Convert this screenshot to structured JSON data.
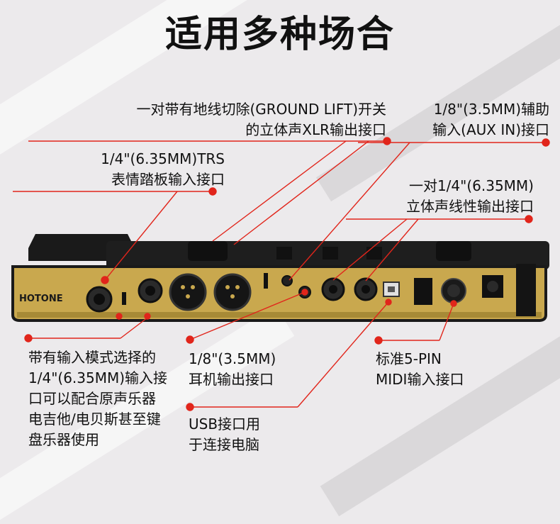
{
  "title": "适用多种场合",
  "brand": "HOTONE",
  "accent_color": "#e1251b",
  "callouts": [
    {
      "id": "ground-lift",
      "lines": [
        "一对带有地线切除(GROUND LIFT)开关",
        "的立体声XLR输出接口"
      ]
    },
    {
      "id": "aux-in",
      "lines": [
        "1/8\"(3.5MM)辅助",
        "输入(AUX IN)接口"
      ]
    },
    {
      "id": "expression",
      "lines": [
        "1/4\"(6.35MM)TRS",
        "表情踏板输入接口"
      ]
    },
    {
      "id": "line-out",
      "lines": [
        "一对1/4\"(6.35MM)",
        "立体声线性输出接口"
      ]
    },
    {
      "id": "input",
      "lines": [
        "带有输入模式选择的",
        "1/4\"(6.35MM)输入接",
        "口可以配合原声乐器",
        "电吉他/电贝斯甚至键",
        "盘乐器使用"
      ]
    },
    {
      "id": "headphone",
      "lines": [
        "1/8\"(3.5MM)",
        "耳机输出接口"
      ]
    },
    {
      "id": "usb",
      "lines": [
        "USB接口用",
        "于连接电脑"
      ]
    },
    {
      "id": "midi",
      "lines": [
        "标准5-PIN",
        "MIDI输入接口"
      ]
    }
  ]
}
